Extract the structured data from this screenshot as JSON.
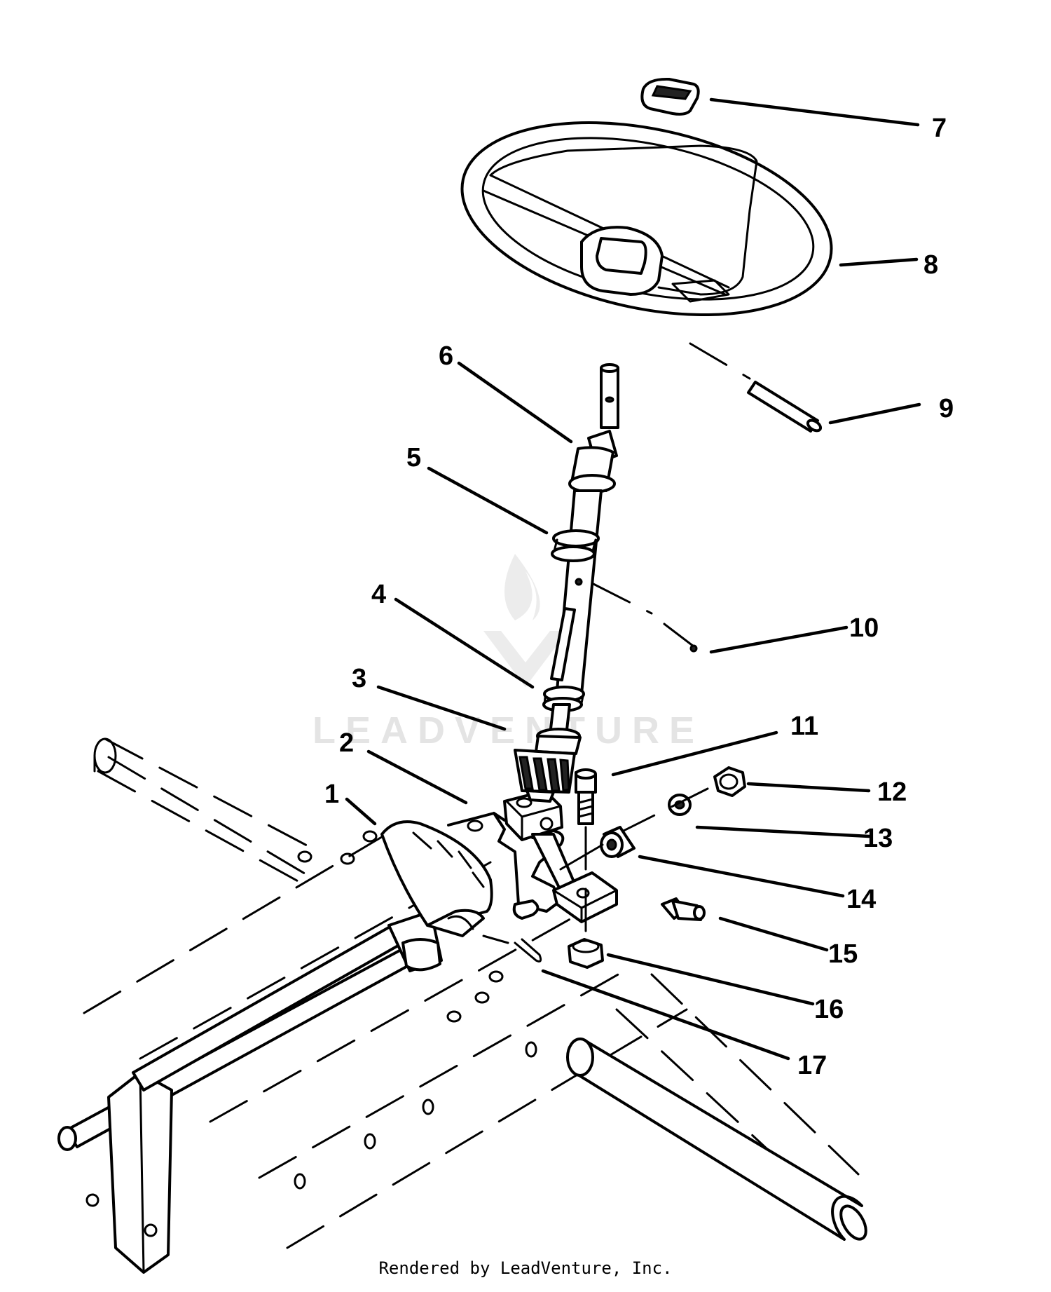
{
  "watermark": "LEADVENTURE",
  "footer": "Rendered by LeadVenture, Inc.",
  "callouts": [
    {
      "id": "1",
      "label": "1"
    },
    {
      "id": "2",
      "label": "2"
    },
    {
      "id": "3",
      "label": "3"
    },
    {
      "id": "4",
      "label": "4"
    },
    {
      "id": "5",
      "label": "5"
    },
    {
      "id": "6",
      "label": "6"
    },
    {
      "id": "7",
      "label": "7"
    },
    {
      "id": "8",
      "label": "8"
    },
    {
      "id": "9",
      "label": "9"
    },
    {
      "id": "10",
      "label": "10"
    },
    {
      "id": "11",
      "label": "11"
    },
    {
      "id": "12",
      "label": "12"
    },
    {
      "id": "13",
      "label": "13"
    },
    {
      "id": "14",
      "label": "14"
    },
    {
      "id": "15",
      "label": "15"
    },
    {
      "id": "16",
      "label": "16"
    },
    {
      "id": "17",
      "label": "17"
    }
  ]
}
